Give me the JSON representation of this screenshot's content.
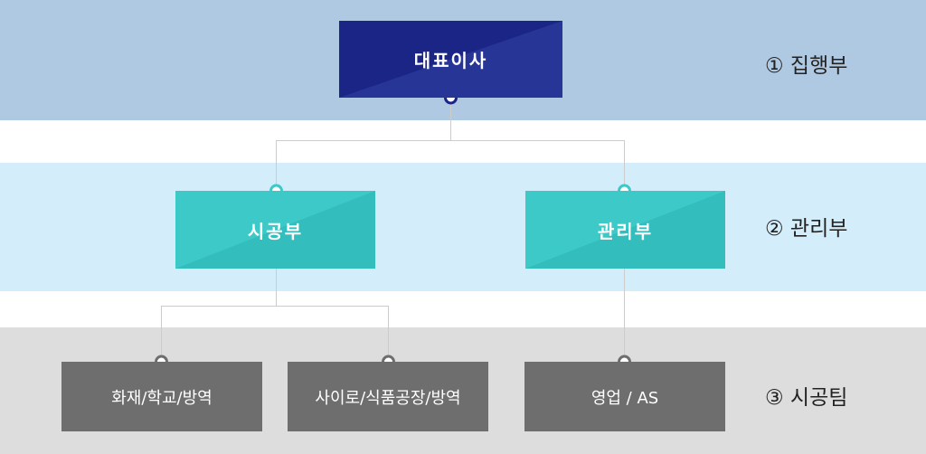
{
  "levels": [
    {
      "label": "① 집행부"
    },
    {
      "label": "② 관리부"
    },
    {
      "label": "③ 시공팀"
    }
  ],
  "nodes": {
    "ceo": {
      "label": "대표이사"
    },
    "construction": {
      "label": "시공부"
    },
    "management": {
      "label": "관리부"
    },
    "team1": {
      "label": "화재/학교/방역"
    },
    "team2": {
      "label": "사이로/식품공장/방역"
    },
    "team3": {
      "label": "영업 / AS"
    }
  },
  "colors": {
    "band_top": "#b0c9e3",
    "band_middle": "#d3eefa",
    "band_bottom": "#dddddd",
    "exec_node": "#1a2585",
    "dept_node": "#3ec9c9",
    "team_node": "#6e6e6e",
    "connector": "#cccccc"
  }
}
